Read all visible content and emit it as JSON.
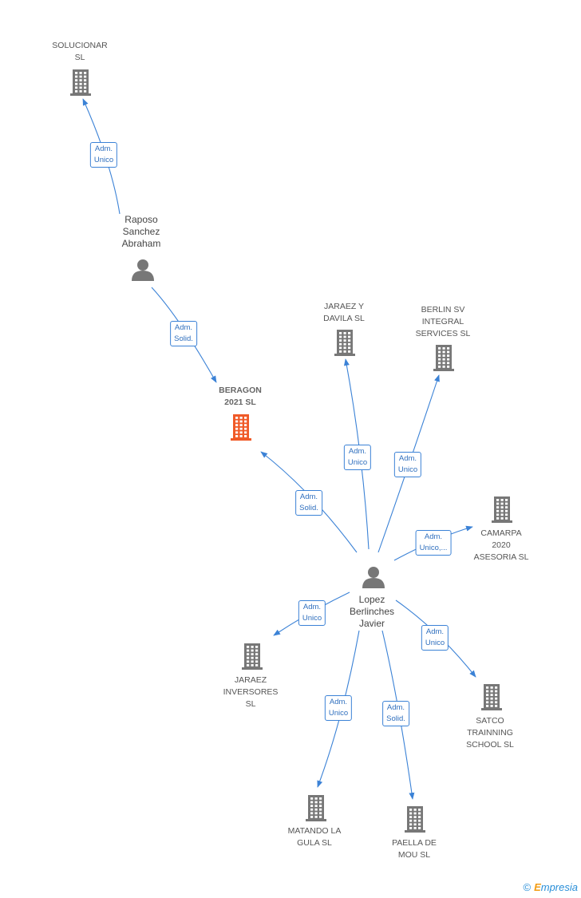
{
  "colors": {
    "edge": "#3b82d6",
    "company": "#777777",
    "focus": "#f05a28",
    "person": "#777777"
  },
  "nodes": [
    {
      "id": "solucionar",
      "type": "company",
      "label": "SOLUCIONAR\nSL",
      "icon": "building-icon"
    },
    {
      "id": "raposo",
      "type": "person",
      "label": "Raposo\nSanchez\nAbraham",
      "icon": "person-icon"
    },
    {
      "id": "beragon",
      "type": "company",
      "focus": true,
      "label": "BERAGON\n2021  SL",
      "icon": "building-icon"
    },
    {
      "id": "jaraez_davila",
      "type": "company",
      "label": "JARAEZ Y\nDAVILA  SL",
      "icon": "building-icon"
    },
    {
      "id": "berlin",
      "type": "company",
      "label": "BERLIN SV\nINTEGRAL\nSERVICES  SL",
      "icon": "building-icon"
    },
    {
      "id": "camarpa",
      "type": "company",
      "label": "CAMARPA\n2020\nASESORIA  SL",
      "icon": "building-icon"
    },
    {
      "id": "lopez",
      "type": "person",
      "label": "Lopez\nBerlinches\nJavier",
      "icon": "person-icon"
    },
    {
      "id": "jaraez_inv",
      "type": "company",
      "label": "JARAEZ\nINVERSORES\nSL",
      "icon": "building-icon"
    },
    {
      "id": "satco",
      "type": "company",
      "label": "SATCO\nTRAINNING\nSCHOOL  SL",
      "icon": "building-icon"
    },
    {
      "id": "matando",
      "type": "company",
      "label": "MATANDO LA\nGULA  SL",
      "icon": "building-icon"
    },
    {
      "id": "paella",
      "type": "company",
      "label": "PAELLA DE\nMOU  SL",
      "icon": "building-icon"
    }
  ],
  "edges": [
    {
      "from": "raposo",
      "to": "solucionar",
      "label": "Adm.\nUnico"
    },
    {
      "from": "raposo",
      "to": "beragon",
      "label": "Adm.\nSolid."
    },
    {
      "from": "lopez",
      "to": "beragon",
      "label": "Adm.\nSolid."
    },
    {
      "from": "lopez",
      "to": "jaraez_davila",
      "label": "Adm.\nUnico"
    },
    {
      "from": "lopez",
      "to": "berlin",
      "label": "Adm.\nUnico"
    },
    {
      "from": "lopez",
      "to": "camarpa",
      "label": "Adm.\nUnico,..."
    },
    {
      "from": "lopez",
      "to": "jaraez_inv",
      "label": "Adm.\nUnico"
    },
    {
      "from": "lopez",
      "to": "satco",
      "label": "Adm.\nUnico"
    },
    {
      "from": "lopez",
      "to": "matando",
      "label": "Adm.\nUnico"
    },
    {
      "from": "lopez",
      "to": "paella",
      "label": "Adm.\nSolid."
    }
  ],
  "footer": {
    "copyright": "©",
    "brand_initial": "E",
    "brand_rest": "mpresia"
  }
}
